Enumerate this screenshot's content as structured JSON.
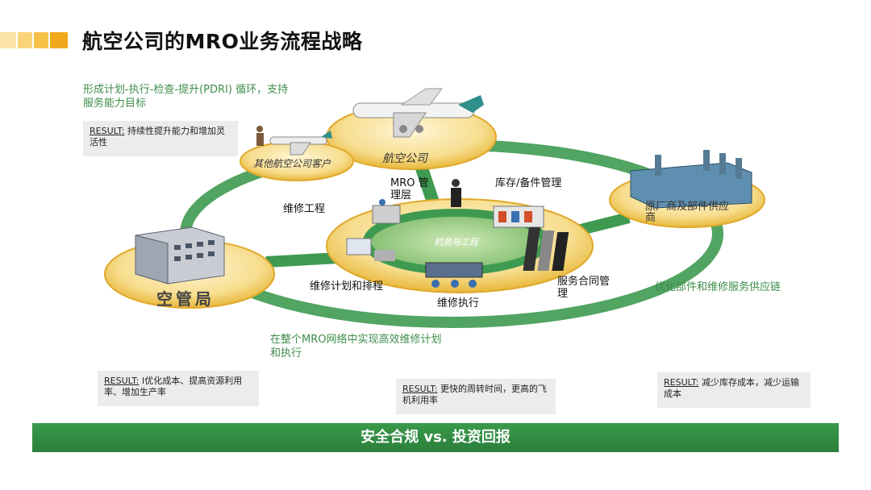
{
  "title": "航空公司的MRO业务流程战略",
  "pdri_text": "形成计划-执行-检查-提升(PDRI) 循环，支持服务能力目标",
  "results": [
    {
      "key": "RESULT:",
      "text": " 持续性提升能力和增加灵活性"
    },
    {
      "key": "RESULT:",
      "text": " I优化成本、提高资源利用率、增加生产率"
    },
    {
      "key": "RESULT:",
      "text": " 更快的周转时间，更高的飞机利用率"
    },
    {
      "key": "RESULT:",
      "text": " 减少库存成本，减少运输成本"
    }
  ],
  "nodes": {
    "airline": "航空公司",
    "other_customers": "其他航空公司客户",
    "atc": "空管局",
    "oem": "原厂商及部件供应商",
    "center": "机务与工程"
  },
  "labels": {
    "mro_mgmt": "MRO 管理层",
    "inventory": "库存/备件管理",
    "engineering": "维修工程",
    "planning": "维修计划和排程",
    "execution": "维修执行",
    "contract": "服务合同管理",
    "supply_chain": "优化部件和维修服务供应链",
    "network": "在整个MRO网络中实现高效维修计划和执行"
  },
  "footer": "安全合规 vs. 投资回报",
  "colors": {
    "green": "#3e8d4a",
    "gold": "#f2c23a",
    "disc": "#f6df9a"
  }
}
